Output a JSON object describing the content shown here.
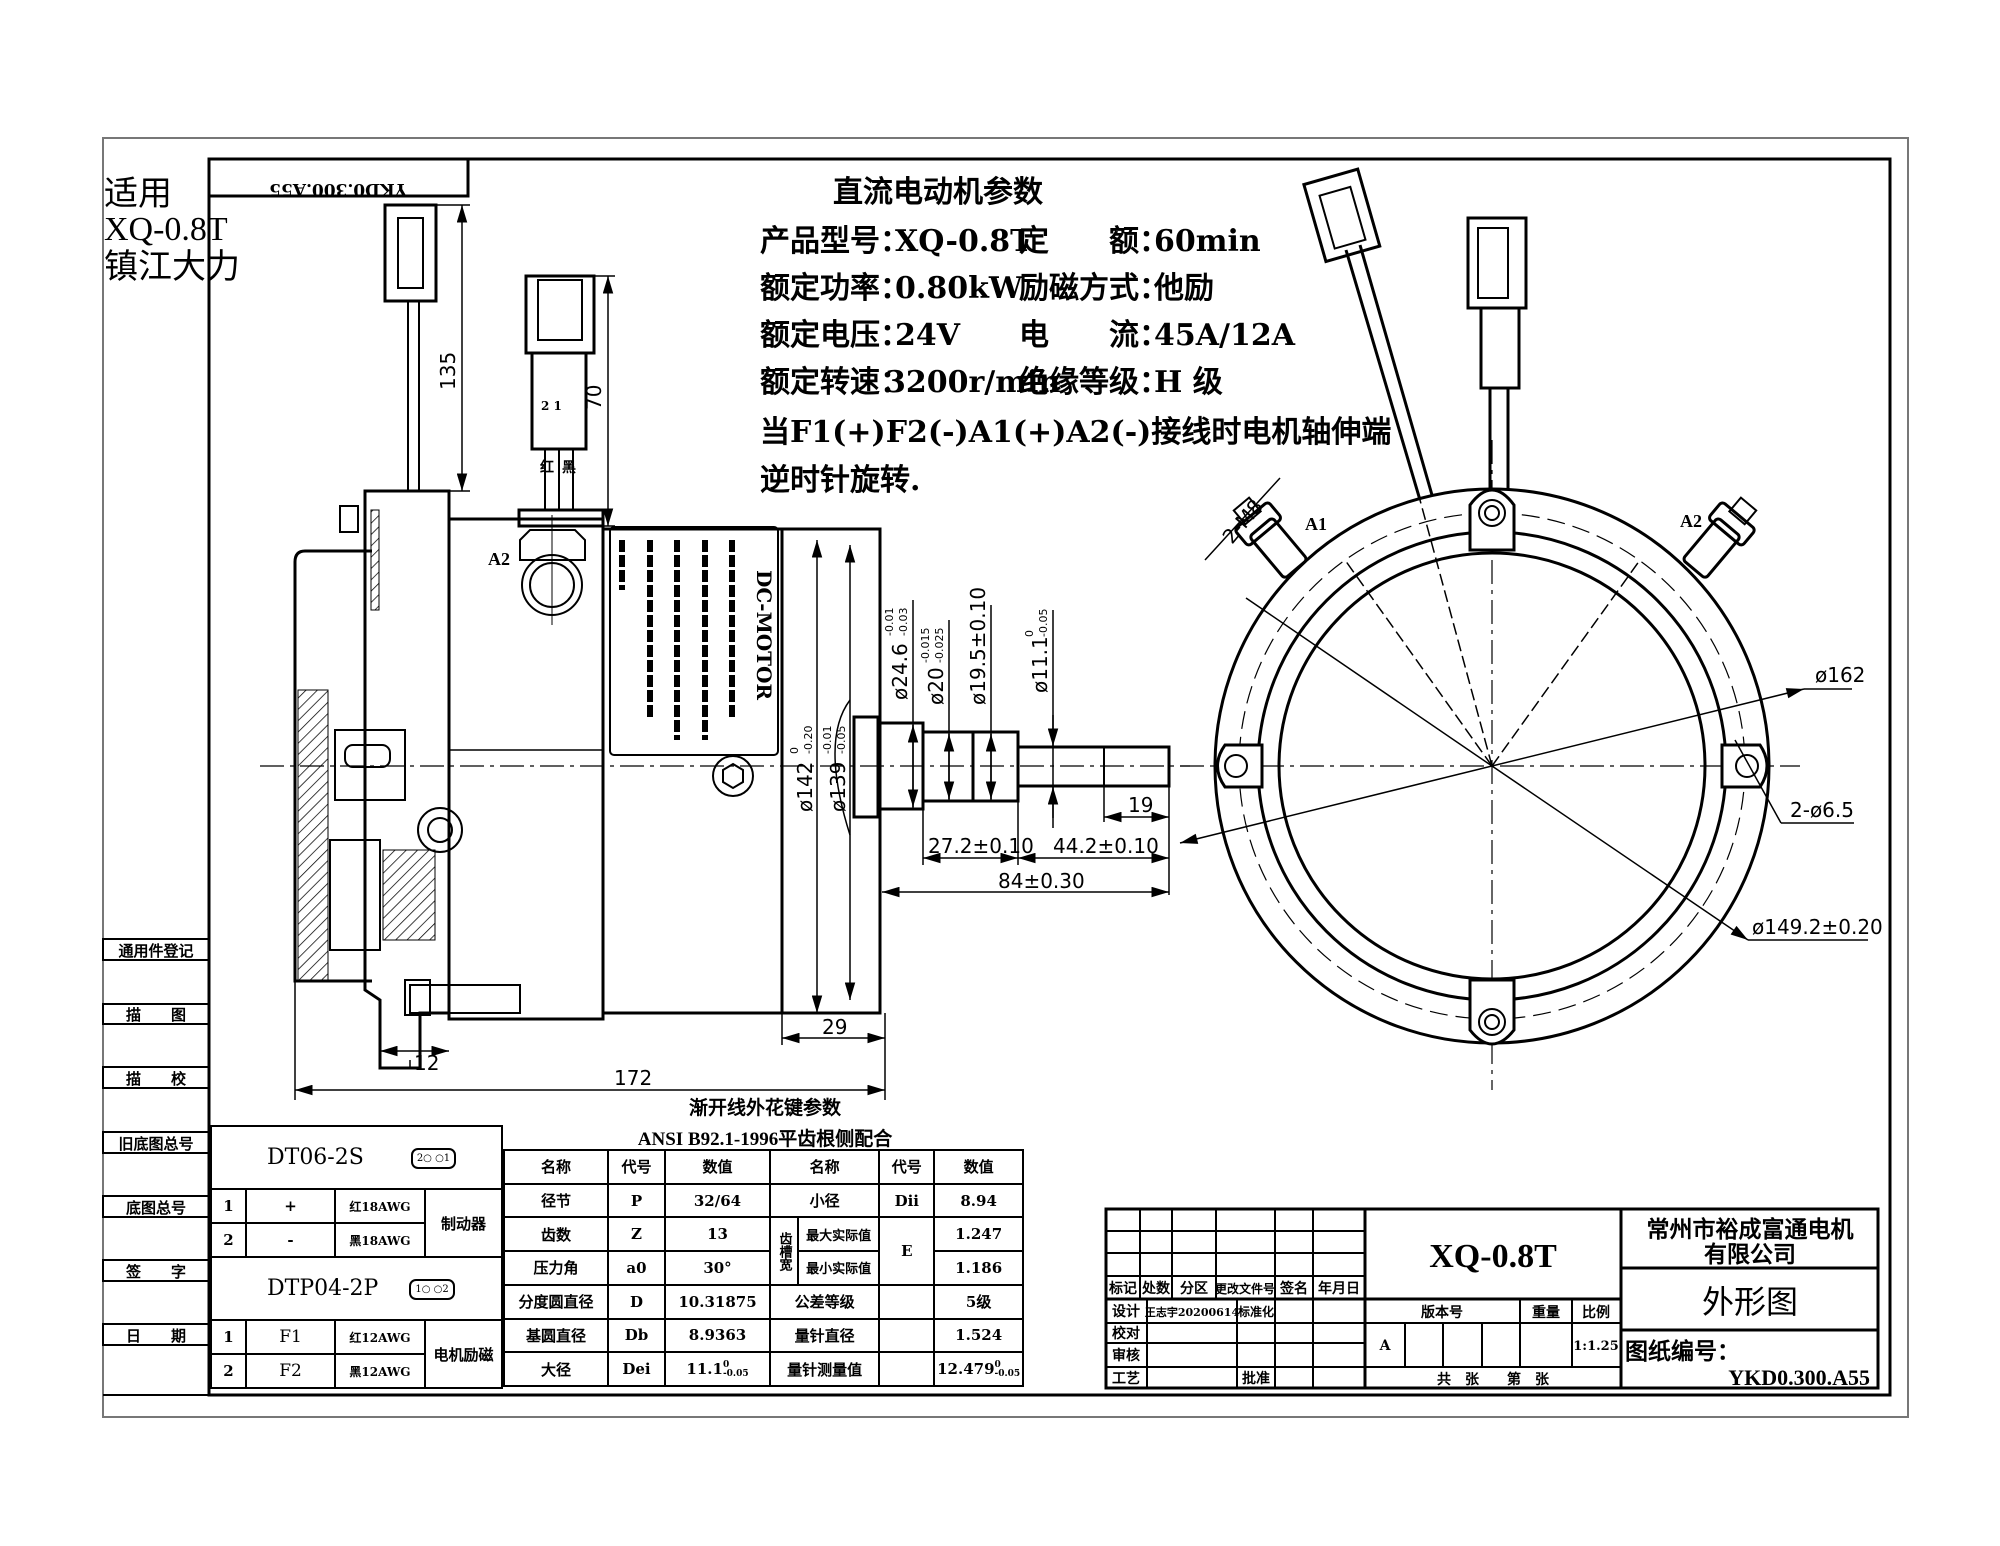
{
  "side_note": {
    "lines": [
      "适用",
      "XQ-0.8T",
      "镇江大力"
    ]
  },
  "left_column": [
    "通用件登记",
    "描　　图",
    "描　　校",
    "旧底图总号",
    "底图总号",
    "签　　字",
    "日　　期"
  ],
  "drawing_number_rotated": "YKD0.300.A55",
  "motor_params": {
    "title": "直流电动机参数",
    "rows": [
      [
        "产品型号：",
        "XQ-0.8T",
        "定　　额：",
        "60min"
      ],
      [
        "额定功率：",
        "0.80kW",
        "励磁方式：",
        "他励"
      ],
      [
        "额定电压：",
        "24V",
        "电　　流：",
        "45A/12A"
      ],
      [
        "额定转速：",
        "3200r/min",
        "绝缘等级：",
        "H 级"
      ]
    ],
    "note_lines": [
      "当F1(+)F2(-)A1(+)A2(-)接线时电机轴伸端",
      "逆时针旋转."
    ]
  },
  "side_view": {
    "nameplate": "DC-MOTOR",
    "terminal": "A2",
    "wire_red": "红",
    "wire_black": "黑",
    "pin_labels": "2  1",
    "dims": {
      "cable_135": "135",
      "connector_70": "70",
      "length_172": "172",
      "d_12": "12",
      "d_29": "29",
      "d142": "ø142",
      "d142_tol": [
        "0",
        "-0.20"
      ],
      "d139": "ø139",
      "d139_tol": [
        "-0.01",
        "-0.05"
      ],
      "d24_6": "ø24.6",
      "d24_6_tol": [
        "-0.01",
        "-0.03"
      ],
      "d20": "ø20",
      "d20_tol": [
        "-0.015",
        "-0.025"
      ],
      "d19_5": "ø19.5±0.10",
      "d11_1": "ø11.1",
      "d11_1_tol": [
        "0",
        "-0.05"
      ],
      "l19": "19",
      "l27_2": "27.2±0.10",
      "l44_2": "44.2±0.10",
      "l84": "84±0.30"
    }
  },
  "end_view": {
    "thread": "2-M8",
    "terminal_a1": "A1",
    "terminal_a2": "A2",
    "d162": "ø162",
    "holes": "2-ø6.5",
    "d149": "ø149.2±0.20"
  },
  "spline": {
    "title": "渐开线外花键参数",
    "standard": "ANSI B92.1-1996平齿根侧配合",
    "headers": [
      "名称",
      "代号",
      "数值",
      "名称",
      "代号",
      "数值"
    ],
    "rows": [
      {
        "n1": "径节",
        "c1": "P",
        "v1": "32/64",
        "n2": "小径",
        "c2": "Dii",
        "v2": "8.94"
      },
      {
        "n1": "齿数",
        "c1": "Z",
        "v1": "13",
        "group": "齿槽宽",
        "n2": "最大实际值",
        "c2": "E",
        "v2": "1.247"
      },
      {
        "n1": "压力角",
        "c1": "a0",
        "v1": "30°",
        "n2": "最小实际值",
        "v2": "1.186"
      },
      {
        "n1": "分度圆直径",
        "c1": "D",
        "v1": "10.31875",
        "n2": "公差等级",
        "c2": "",
        "v2": "5级"
      },
      {
        "n1": "基圆直径",
        "c1": "Db",
        "v1": "8.9363",
        "n2": "量针直径",
        "c2": "",
        "v2": "1.524"
      },
      {
        "n1": "大径",
        "c1": "Dei",
        "v1": "11.1",
        "v1_tol": [
          "0",
          "-0.05"
        ],
        "n2": "量针测量值",
        "c2": "",
        "v2": "12.479",
        "v2_tol": [
          "0",
          "-0.05"
        ]
      }
    ]
  },
  "connectors": [
    {
      "model": "DT06-2S",
      "pins_glyph": "2○ ○1",
      "function": "制动器",
      "rows": [
        [
          "1",
          "+",
          "红18AWG"
        ],
        [
          "2",
          "-",
          "黑18AWG"
        ]
      ]
    },
    {
      "model": "DTP04-2P",
      "pins_glyph": "1○ ○2",
      "function": "电机励磁",
      "rows": [
        [
          "1",
          "F1",
          "红12AWG"
        ],
        [
          "2",
          "F2",
          "黑12AWG"
        ]
      ]
    }
  ],
  "title_block": {
    "revision_headers": [
      "标记",
      "处数",
      "分区",
      "更改文件号",
      "签名",
      "年月日"
    ],
    "roles": [
      "设计",
      "校对",
      "审核",
      "工艺"
    ],
    "designer": "王志宇20200614",
    "standardization": "标准化",
    "approve": "批准",
    "model": "XQ-0.8T",
    "stage_headers": [
      "版本号",
      "重量",
      "比例"
    ],
    "version": "A",
    "scale": "1:1.25",
    "sheets": "共　张　　第　张",
    "company": [
      "常州市裕成富通电机",
      "有限公司"
    ],
    "drawing_title": "外形图",
    "drawing_no_label": "图纸编号：",
    "drawing_no": "YKD0.300.A55"
  }
}
